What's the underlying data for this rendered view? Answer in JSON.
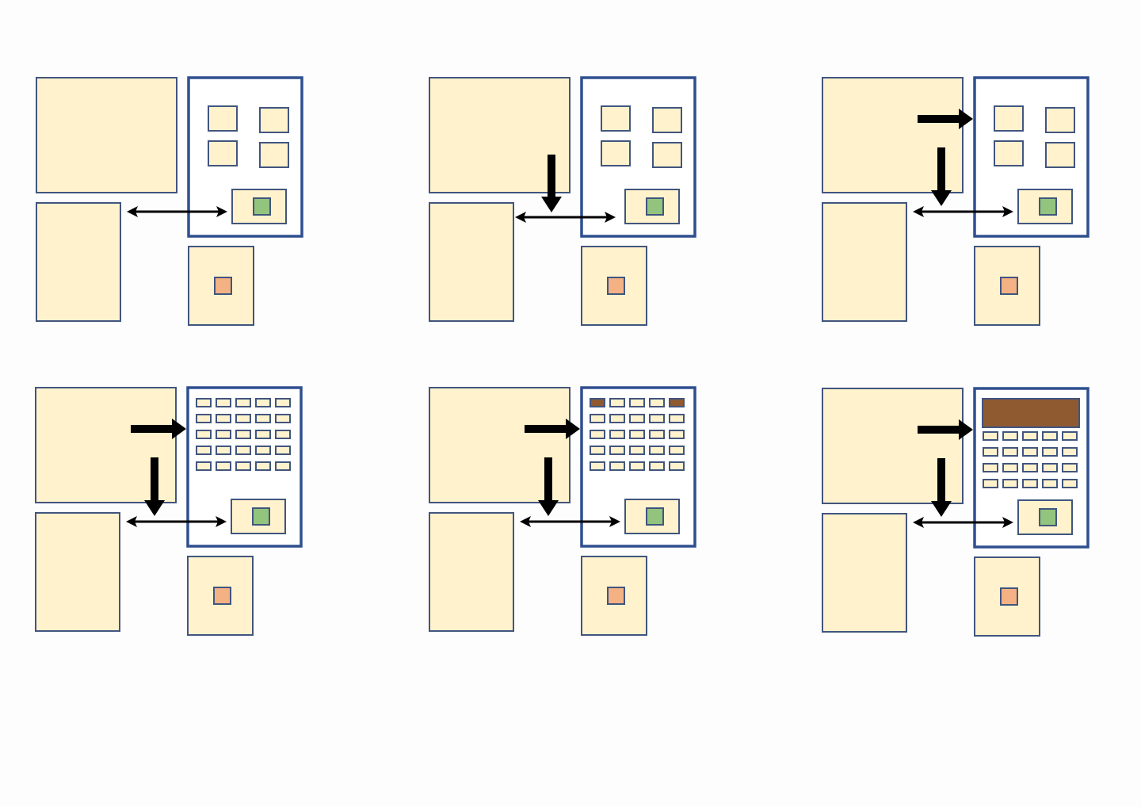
{
  "colors": {
    "background": "#fdfdfd",
    "box_fill": "#fff2cc",
    "box_stroke": "#41557f",
    "frame_stroke": "#2f4f8f",
    "frame_fill": "#ffffff",
    "green": "#93c47d",
    "pink": "#f4b183",
    "brown": "#8f5a30",
    "arrow": "#000000"
  },
  "panels": [
    {
      "step": 1,
      "layout": "four-boxes",
      "arrows": [
        "double-horizontal"
      ],
      "highlighted_cells": [],
      "merged_top_row": false
    },
    {
      "step": 2,
      "layout": "four-boxes",
      "arrows": [
        "down-long",
        "double-horizontal-low"
      ],
      "highlighted_cells": [],
      "merged_top_row": false
    },
    {
      "step": 3,
      "layout": "four-boxes",
      "arrows": [
        "right",
        "down",
        "double-horizontal"
      ],
      "highlighted_cells": [],
      "merged_top_row": false
    },
    {
      "step": 4,
      "layout": "grid-5x5",
      "arrows": [
        "right",
        "down",
        "double-horizontal"
      ],
      "highlighted_cells": [],
      "merged_top_row": false
    },
    {
      "step": 5,
      "layout": "grid-5x5",
      "arrows": [
        "right",
        "down",
        "double-horizontal"
      ],
      "highlighted_cells": [
        0,
        4
      ],
      "merged_top_row": false
    },
    {
      "step": 6,
      "layout": "grid-5x5",
      "arrows": [
        "right",
        "down",
        "double-horizontal"
      ],
      "highlighted_cells": [],
      "merged_top_row": true
    }
  ]
}
